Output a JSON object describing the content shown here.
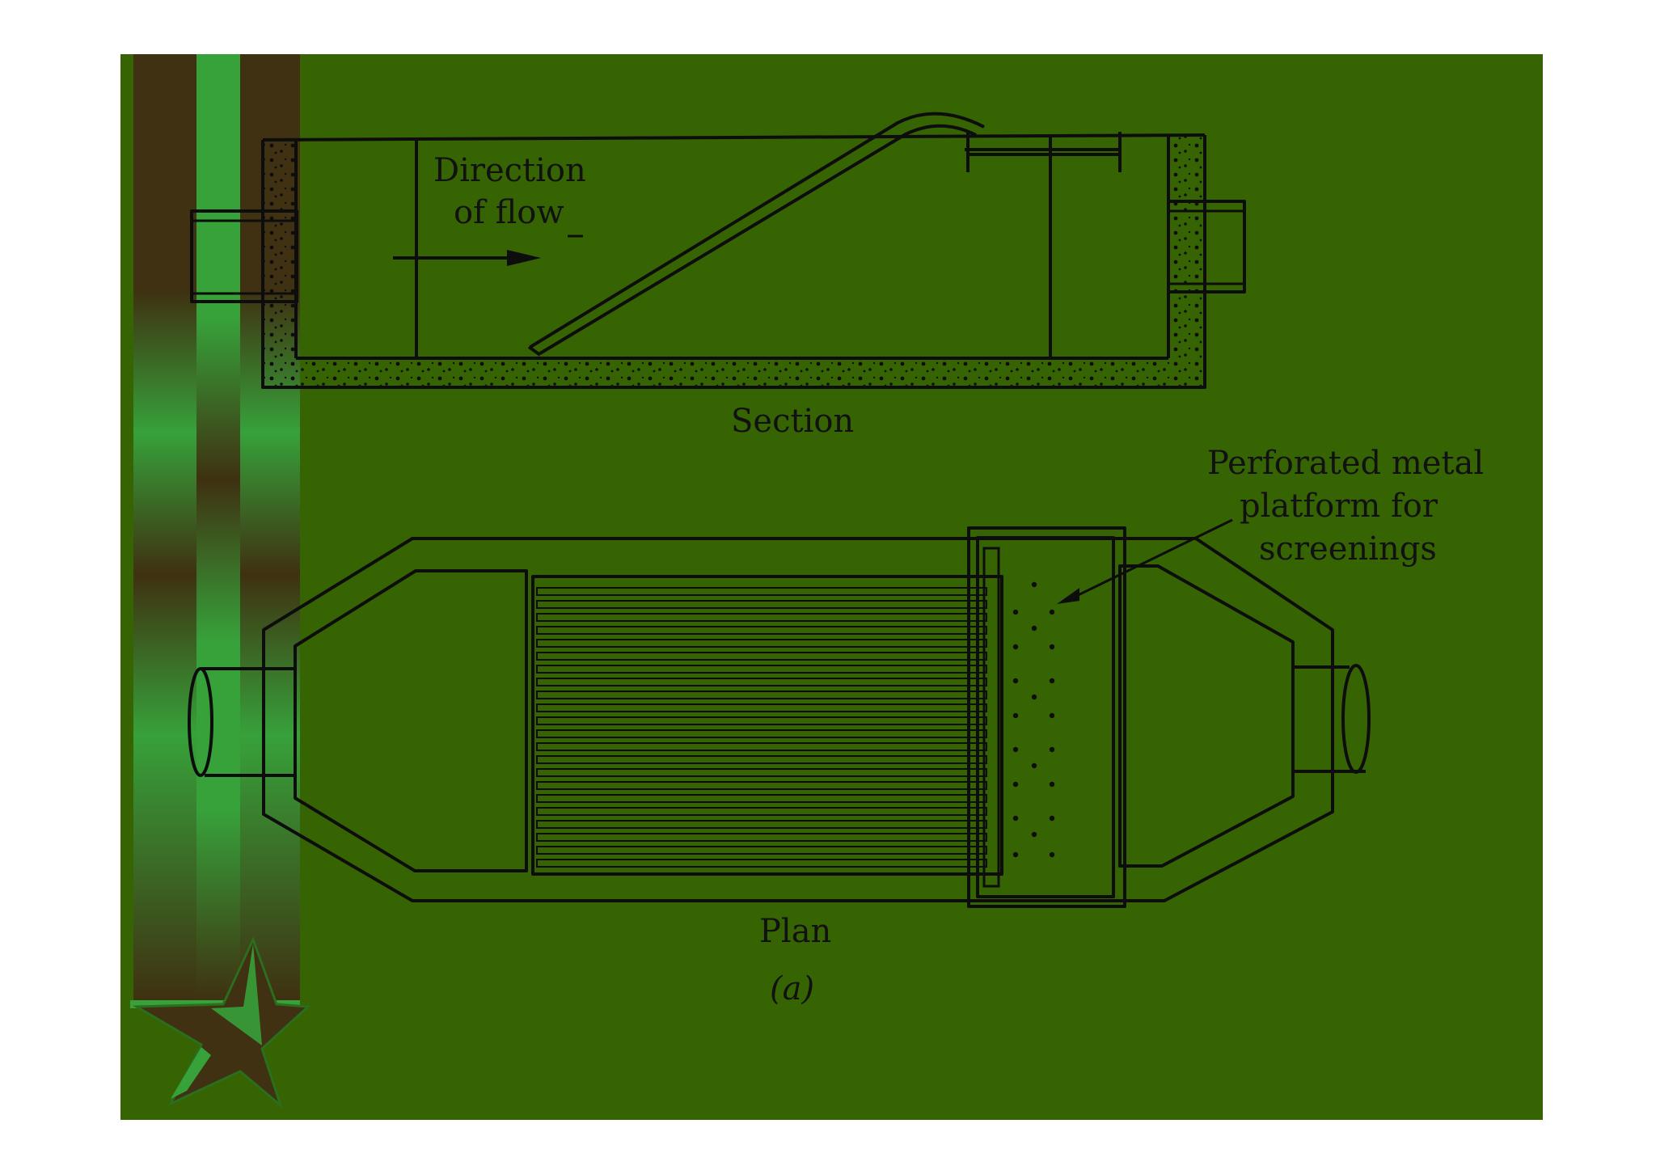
{
  "labels": {
    "direction_line1": "Direction",
    "direction_line2": "of flow",
    "section": "Section",
    "perforated_line1": "Perforated metal",
    "perforated_line2": "platform for",
    "perforated_line3": "screenings",
    "plan": "Plan",
    "figure_tag": "(a)"
  },
  "colors": {
    "background": "#366403",
    "ink": "#0d0d0d",
    "bar_light": "#37a13a",
    "bar_dark": "#3f3111"
  },
  "icons": [
    "star-icon"
  ]
}
